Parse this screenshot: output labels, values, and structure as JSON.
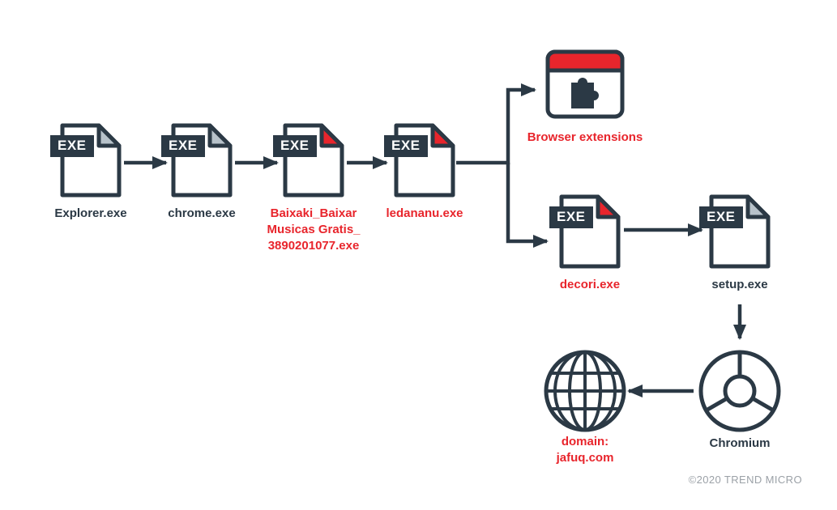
{
  "colors": {
    "dark": "#2b3945",
    "red": "#e8252c",
    "fold_gray": "#b7c2ca",
    "copyright_gray": "#9ba1a7",
    "background": "#ffffff"
  },
  "nodes": {
    "explorer": {
      "badge": "EXE",
      "label": "Explorer.exe"
    },
    "chrome": {
      "badge": "EXE",
      "label": "chrome.exe"
    },
    "baixaki": {
      "badge": "EXE",
      "lines": [
        "Baixaki_Baixar",
        "Musicas Gratis_",
        "3890201077.exe"
      ]
    },
    "ledananu": {
      "badge": "EXE",
      "label": "ledananu.exe"
    },
    "browser_extensions": {
      "label": "Browser extensions"
    },
    "decori": {
      "badge": "EXE",
      "label": "decori.exe"
    },
    "setup": {
      "badge": "EXE",
      "label": "setup.exe"
    },
    "chromium": {
      "label": "Chromium"
    },
    "domain": {
      "lines": [
        "domain:",
        "jafuq.com"
      ]
    }
  },
  "footer": {
    "copyright": "©2020 TREND MICRO"
  }
}
